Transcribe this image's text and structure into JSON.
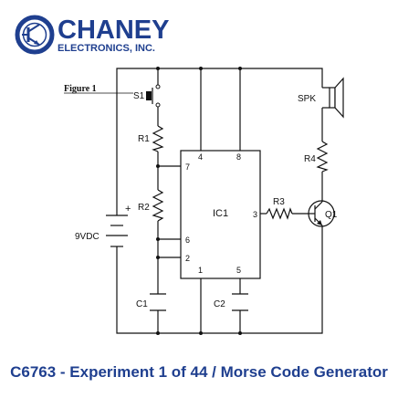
{
  "logo": {
    "name": "CHANEY",
    "sub": "ELECTRONICS, INC."
  },
  "figure_label": "Figure 1",
  "components": {
    "s1": "S1",
    "r1": "R1",
    "r2": "R2",
    "r3": "R3",
    "r4": "R4",
    "c1": "C1",
    "c2": "C2",
    "ic1": "IC1",
    "q1": "Q1",
    "spk": "SPK",
    "battery": "9VDC",
    "battery_plus": "+"
  },
  "ic_pins": {
    "p1": "1",
    "p2": "2",
    "p3": "3",
    "p4": "4",
    "p5": "5",
    "p6": "6",
    "p7": "7",
    "p8": "8"
  },
  "caption": "C6763 - Experiment 1 of 44 / Morse Code Generator",
  "colors": {
    "brand": "#1f3f8f",
    "ink": "#111111"
  }
}
